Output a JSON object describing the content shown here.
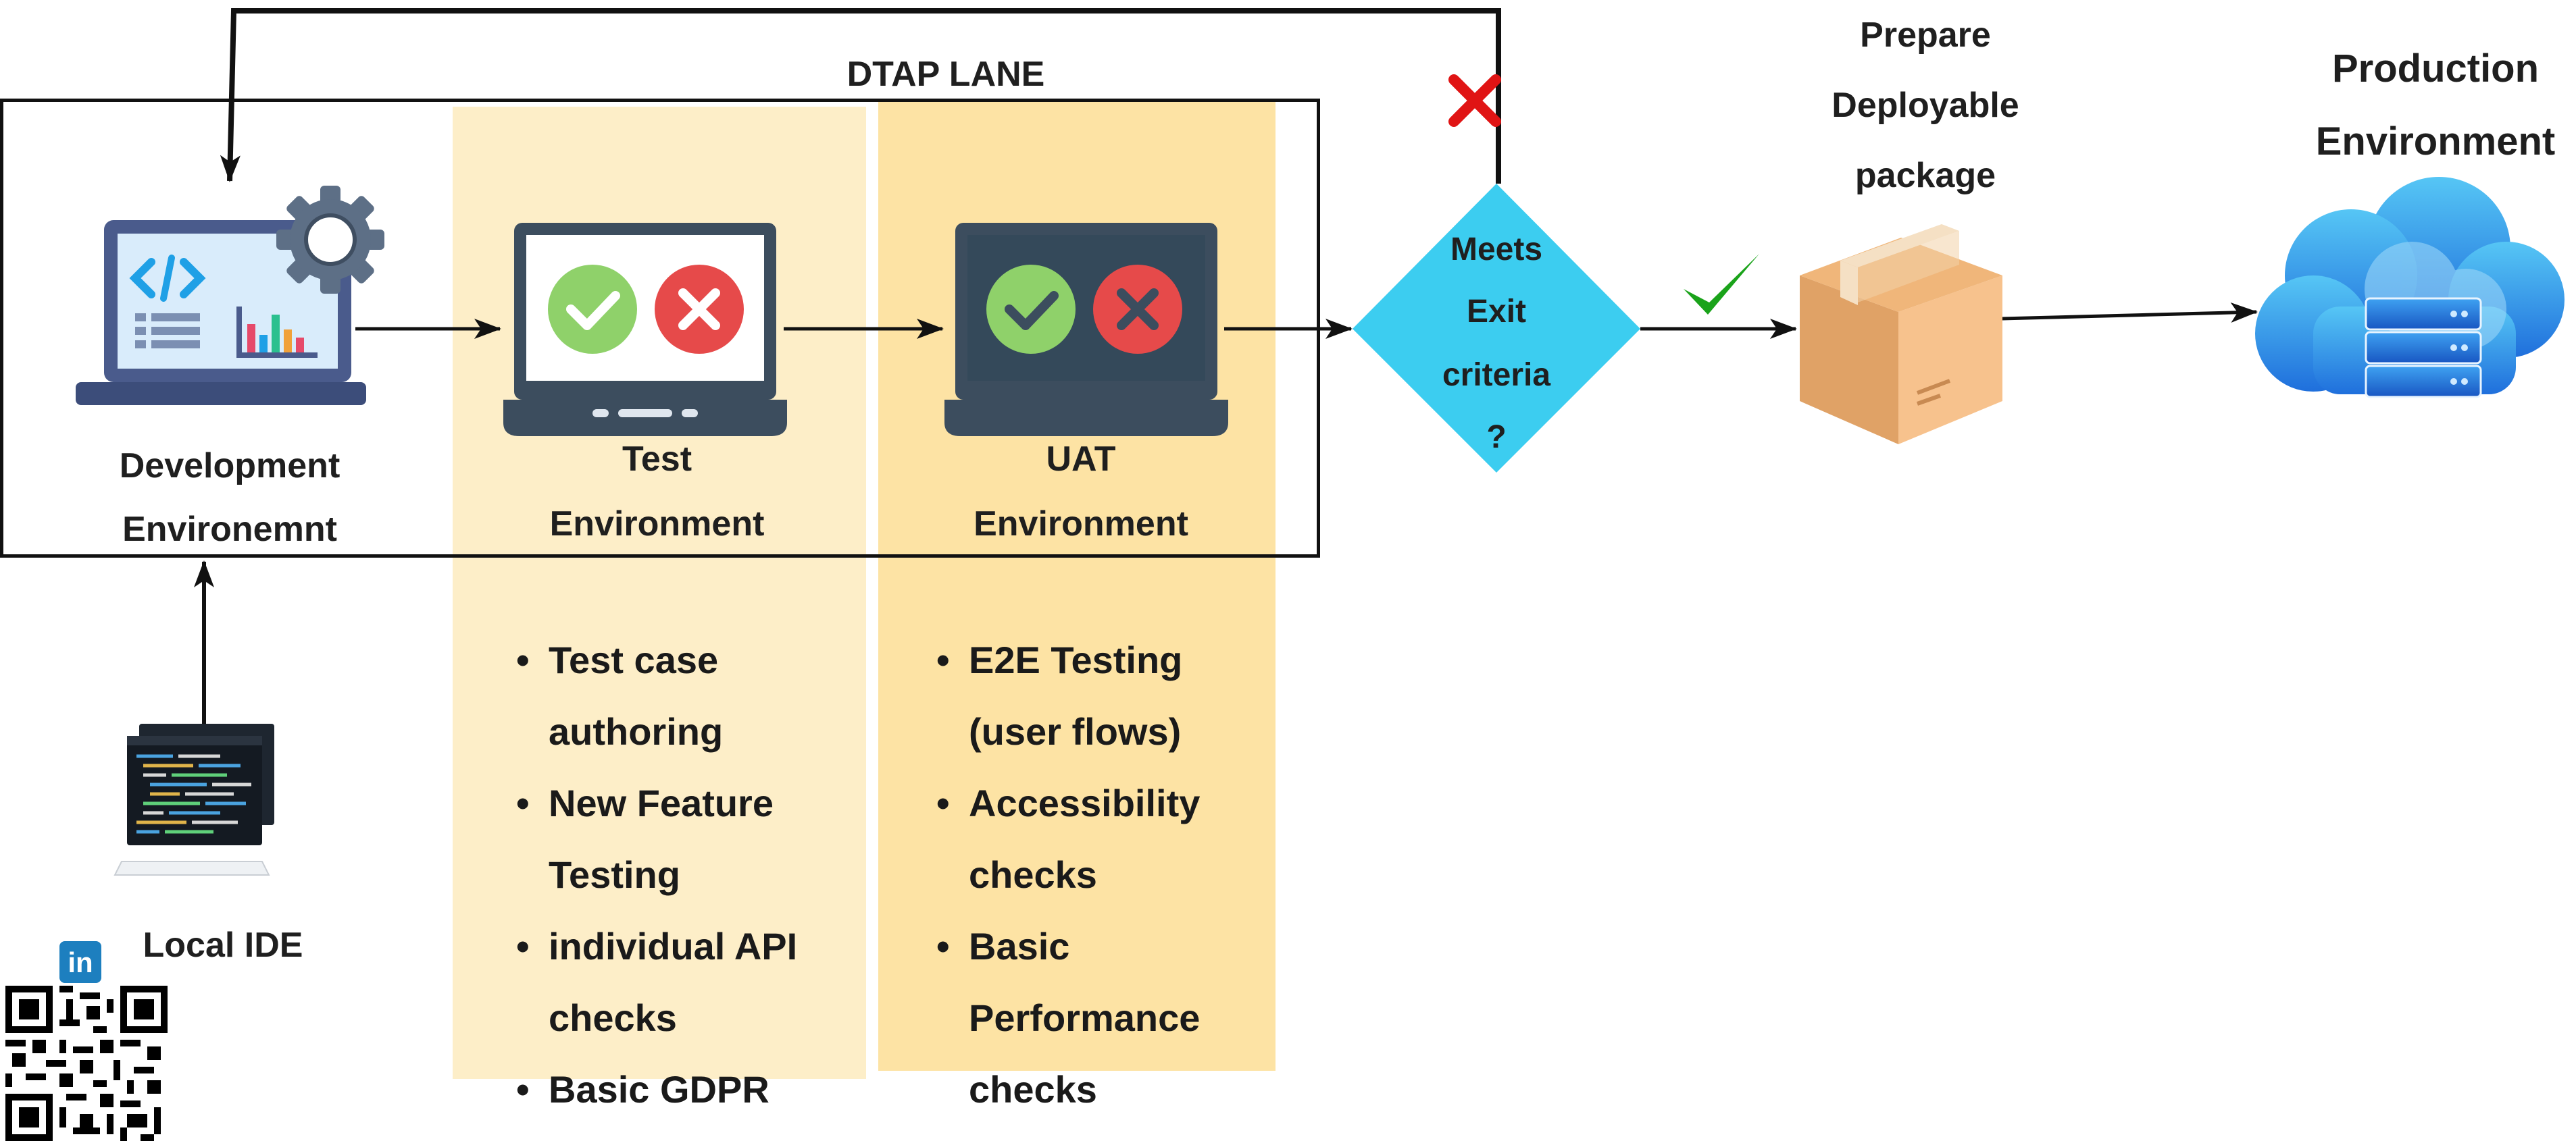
{
  "lane": {
    "title": "DTAP LANE"
  },
  "stages": {
    "development": {
      "line1": "Development",
      "line2": "Environemnt"
    },
    "test": {
      "line1": "Test",
      "line2": "Environment"
    },
    "uat": {
      "line1": "UAT",
      "line2": "Environment"
    },
    "local_ide": {
      "label": "Local IDE"
    },
    "decision": {
      "line1": "Meets",
      "line2": "Exit",
      "line3": "criteria",
      "line4": "?"
    },
    "package": {
      "line1": "Prepare",
      "line2": "Deployable",
      "line3": "package"
    },
    "production": {
      "line1": "Production",
      "line2": "Environment"
    }
  },
  "test_list": [
    {
      "a": "Test case",
      "b": "authoring"
    },
    {
      "a": "New Feature",
      "b": "Testing"
    },
    {
      "a": "individual API",
      "b": "checks"
    },
    {
      "a": "Basic GDPR",
      "b": ""
    }
  ],
  "uat_list": [
    {
      "a": "E2E Testing",
      "b": "(user flows)"
    },
    {
      "a": "Accessibility",
      "b": "checks"
    },
    {
      "a": "Basic",
      "b": "Performance",
      "c": "checks"
    }
  ],
  "social": {
    "linkedin": "in"
  },
  "colors": {
    "test_column": "#fdeec8",
    "uat_column": "#fde3a4",
    "decision_fill": "#3ccdf0",
    "pass_green": "#8fd16a",
    "fail_red": "#e64a4a",
    "check_mark": "#1aa31a",
    "reject_mark": "#e01414",
    "laptop_dark": "#3c4d5e"
  },
  "icons": [
    "gear-icon",
    "code-icon",
    "check-icon",
    "cross-icon",
    "package-icon",
    "cloud-server-icon",
    "linkedin-icon",
    "qr-code-icon"
  ]
}
